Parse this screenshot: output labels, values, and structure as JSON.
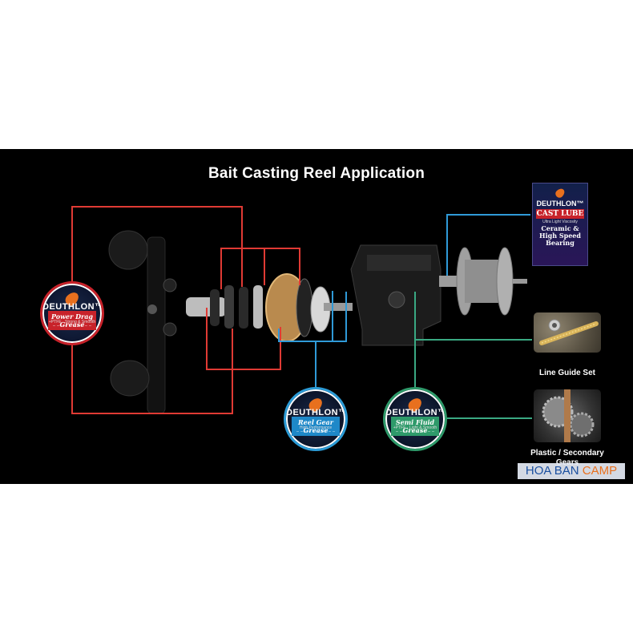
{
  "title": "Bait Casting Reel Application",
  "colors": {
    "red": "#e03a34",
    "blue": "#2f9ad8",
    "green": "#3aa983",
    "background": "#000000"
  },
  "badges": {
    "power_drag": {
      "brand": "DEUTHLON™",
      "product": "Power Drag Grease",
      "sub": "+PTFE · Strong & Smooth"
    },
    "reel_gear": {
      "brand": "DEUTHLON™",
      "product": "Reel Gear Grease",
      "sub": "High Performance"
    },
    "semi_fluid": {
      "brand": "DEUTHLON™",
      "product": "Semi Fluid Grease",
      "sub": "+PTFE · Light & Smooth"
    }
  },
  "cast_lube": {
    "brand": "DEUTHLON™",
    "product": "CAST LUBE",
    "tag": "Ultra Light Viscosity",
    "spec_line1": "Ceramic &",
    "spec_line2": "High Speed",
    "spec_line3": "Bearing"
  },
  "captions": {
    "line_guide": "Line Guide Set",
    "gear_line1": "Plastic / Secondary",
    "gear_line2": "Gears"
  },
  "watermark": {
    "part1": "HOA BAN ",
    "part2": "CAMP"
  }
}
